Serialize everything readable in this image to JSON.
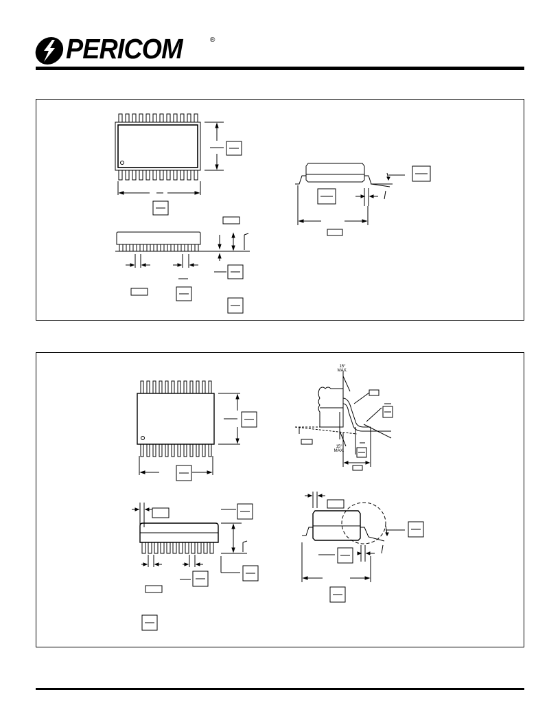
{
  "header": {
    "logo_text": "PERICOM",
    "logo_mark": "pericom-logo-mark-icon",
    "registered_mark": "®"
  },
  "figure_2": {
    "angle_top": "15°",
    "angle_top_sub": "MAX.",
    "angle_bottom": "15°",
    "angle_bottom_sub": "MAX."
  },
  "colors": {
    "ink": "#000000",
    "paper": "#ffffff"
  }
}
